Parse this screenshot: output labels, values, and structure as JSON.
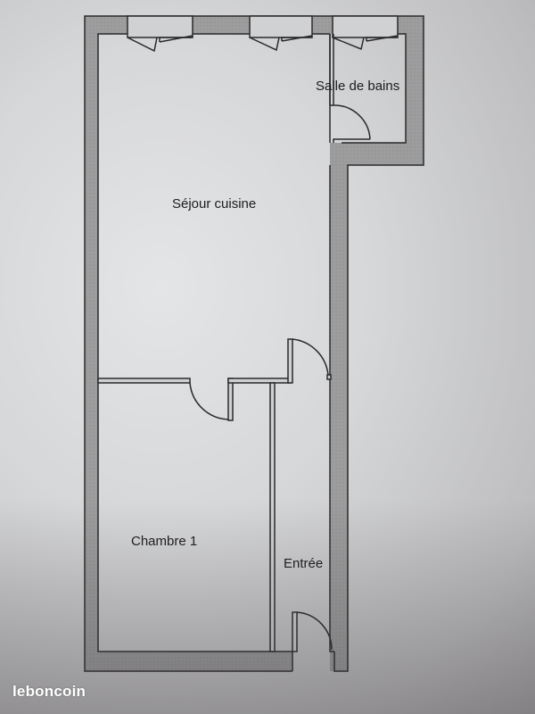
{
  "plan": {
    "rooms": [
      {
        "id": "sejour",
        "label": "Séjour cuisine"
      },
      {
        "id": "salle-de-bains",
        "label": "Salle de bains"
      },
      {
        "id": "chambre",
        "label": "Chambre 1"
      },
      {
        "id": "entree",
        "label": "Entrée"
      }
    ],
    "windows": 3,
    "doors": 4
  },
  "colors": {
    "paper": "#dcdddf",
    "wall_fill": "#9e9e9e",
    "line": "#2a2a2a",
    "watermark": "#ffffff"
  },
  "watermark": {
    "text": "leboncoin"
  }
}
